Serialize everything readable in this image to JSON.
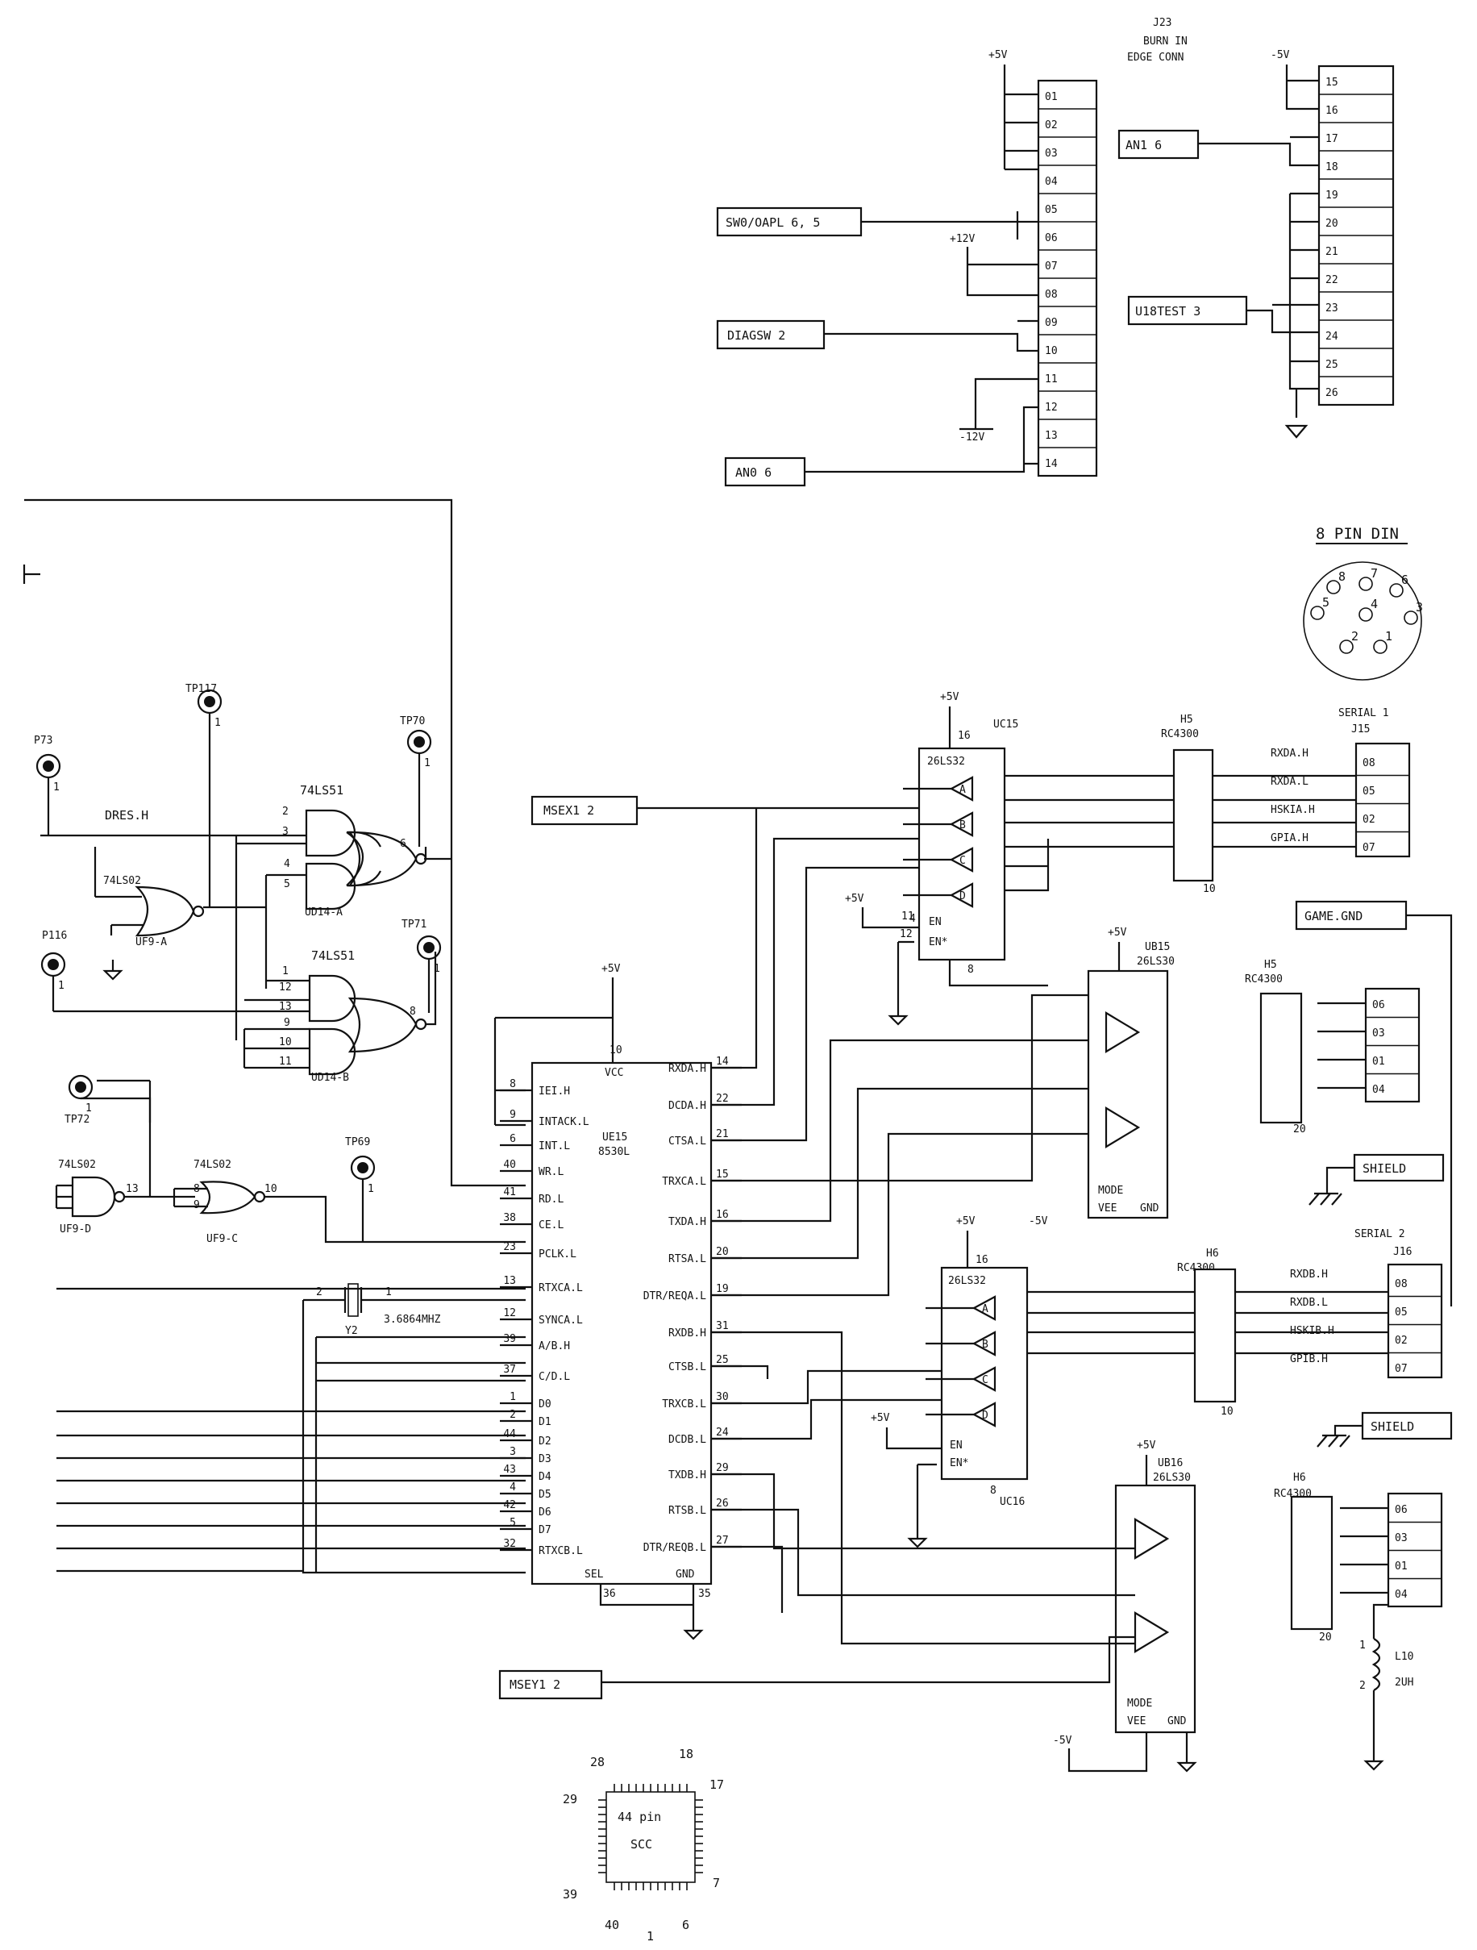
{
  "edge_conn": {
    "ref": "J23",
    "title_1": "BURN IN",
    "title_2": "EDGE CONN",
    "left_pins": [
      "01",
      "02",
      "03",
      "04",
      "05",
      "06",
      "07",
      "08",
      "09",
      "10",
      "11",
      "12",
      "13",
      "14"
    ],
    "right_pins": [
      "15",
      "16",
      "17",
      "18",
      "19",
      "20",
      "21",
      "22",
      "23",
      "24",
      "25",
      "26"
    ],
    "p5v_a": "+5V",
    "m5v_a": "-5V",
    "p12v": "+12V",
    "m12v": "-12V"
  },
  "offsheet": {
    "sw0": "SW0/OAPL 6, 5",
    "diagsw": "DIAGSW 2",
    "an0": "AN0 6",
    "an1": "AN1 6",
    "u18test": "U18TEST 3",
    "msex1": "MSEX1 2",
    "msey1": "MSEY1 2",
    "game_gnd": "GAME.GND",
    "shield1": "SHIELD",
    "shield2": "SHIELD"
  },
  "din": {
    "title": "8 PIN DIN",
    "pins": [
      "8",
      "7",
      "6",
      "5",
      "4",
      "3",
      "2",
      "1"
    ]
  },
  "testpoints": {
    "tp117": "TP117",
    "tp70": "TP70",
    "tp71": "TP71",
    "tp72": "TP72",
    "tp69": "TP69",
    "p73": "P73",
    "p116": "P116",
    "pin1": "1"
  },
  "logic": {
    "ud14a_type": "74LS51",
    "ud14a_ref": "UD14-A",
    "ud14b_type": "74LS51",
    "ud14b_ref": "UD14-B",
    "uf9a_type": "74LS02",
    "uf9a_ref": "UF9-A",
    "uf9d_type": "74LS02",
    "uf9d_ref": "UF9-D",
    "uf9c_type": "74LS02",
    "uf9c_ref": "UF9-C",
    "dres": "DRES.H"
  },
  "scc": {
    "ref": "UE15",
    "type": "8530L",
    "vcc": "VCC",
    "p5v": "+5V",
    "vcc_pin": "10",
    "sel": "SEL",
    "gnd": "GND",
    "sel_pin": "36",
    "gnd_pin": "35",
    "left": [
      [
        "8",
        "IEI.H"
      ],
      [
        "9",
        "INTACK.L"
      ],
      [
        "6",
        "INT.L"
      ],
      [
        "40",
        "WR.L"
      ],
      [
        "41",
        "RD.L"
      ],
      [
        "38",
        "CE.L"
      ],
      [
        "23",
        "PCLK.L"
      ],
      [
        "13",
        "RTXCA.L"
      ],
      [
        "12",
        "SYNCA.L"
      ],
      [
        "39",
        "A/B.H"
      ],
      [
        "37",
        "C/D.L"
      ],
      [
        "1",
        "D0"
      ],
      [
        "2",
        "D1"
      ],
      [
        "44",
        "D2"
      ],
      [
        "3",
        "D3"
      ],
      [
        "43",
        "D4"
      ],
      [
        "4",
        "D5"
      ],
      [
        "42",
        "D6"
      ],
      [
        "5",
        "D7"
      ],
      [
        "32",
        "RTXCB.L"
      ]
    ],
    "right": [
      [
        "14",
        "RXDA.H"
      ],
      [
        "22",
        "DCDA.H"
      ],
      [
        "21",
        "CTSA.L"
      ],
      [
        "15",
        "TRXCA.L"
      ],
      [
        "16",
        "TXDA.H"
      ],
      [
        "20",
        "RTSA.L"
      ],
      [
        "19",
        "DTR/REQA.L"
      ],
      [
        "31",
        "RXDB.H"
      ],
      [
        "25",
        "CTSB.L"
      ],
      [
        "30",
        "TRXCB.L"
      ],
      [
        "24",
        "DCDB.L"
      ],
      [
        "29",
        "TXDB.H"
      ],
      [
        "26",
        "RTSB.L"
      ],
      [
        "27",
        "DTR/REQB.L"
      ]
    ]
  },
  "crystal": {
    "ref": "Y2",
    "freq": "3.6864MHZ",
    "pin_a": "2",
    "pin_b": "1"
  },
  "receivers": {
    "uc15_ref": "UC15",
    "uc16_ref": "UC16",
    "type": "26LS32",
    "p5v": "+5V",
    "en": "EN",
    "en_n": "EN*",
    "gates": [
      "A",
      "B",
      "C",
      "D"
    ]
  },
  "drivers": {
    "ub15_ref": "UB15",
    "ub16_ref": "UB16",
    "type": "26LS30",
    "mode": "MODE",
    "vee": "VEE",
    "gnd": "GND",
    "p5v": "+5V",
    "m5v": "-5V"
  },
  "filters": {
    "h5_ref": "H5",
    "h6_ref": "H6",
    "type": "RC4300"
  },
  "serial1": {
    "title": "SERIAL 1",
    "ref": "J15",
    "signals": [
      "RXDA.H",
      "RXDA.L",
      "HSKIA.H",
      "GPIA.H"
    ],
    "pins": [
      "08",
      "05",
      "02",
      "07"
    ],
    "lower_pins": [
      "06",
      "03",
      "01",
      "04"
    ]
  },
  "serial2": {
    "title": "SERIAL 2",
    "ref": "J16",
    "signals": [
      "RXDB.H",
      "RXDB.L",
      "HSKIB.H",
      "GPIB.H"
    ],
    "pins": [
      "08",
      "05",
      "02",
      "07"
    ],
    "lower_pins": [
      "06",
      "03",
      "01",
      "04"
    ]
  },
  "inductor": {
    "ref": "L10",
    "value": "2UH"
  },
  "package": {
    "line1": "44 pin",
    "line2": "SCC",
    "n28": "28",
    "n18": "18",
    "n29": "29",
    "n17": "17",
    "n39": "39",
    "n7": "7",
    "n40": "40",
    "n1": "1",
    "n6": "6"
  }
}
